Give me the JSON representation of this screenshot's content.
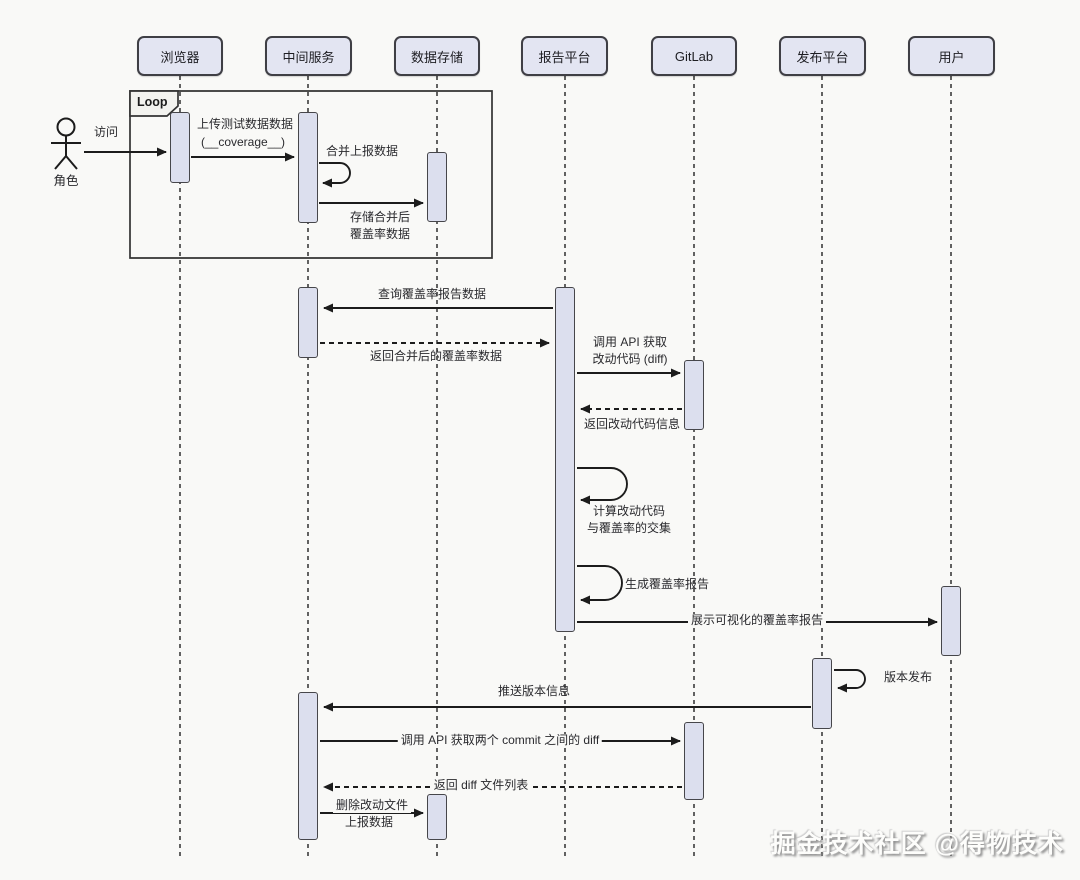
{
  "diagram": {
    "loop_label": "Loop",
    "actor": {
      "label": "角色"
    },
    "participants": [
      {
        "id": "browser",
        "label": "浏览器"
      },
      {
        "id": "middle-service",
        "label": "中间服务"
      },
      {
        "id": "data-storage",
        "label": "数据存储"
      },
      {
        "id": "report-platform",
        "label": "报告平台"
      },
      {
        "id": "gitlab",
        "label": "GitLab"
      },
      {
        "id": "release-platform",
        "label": "发布平台"
      },
      {
        "id": "user",
        "label": "用户"
      }
    ],
    "messages": {
      "visit": "访问",
      "upload_line1": "上传测试数据数据",
      "upload_line2": "(__coverage__)",
      "merge_report": "合并上报数据",
      "store_line1": "存储合并后",
      "store_line2": "覆盖率数据",
      "query_coverage": "查询覆盖率报告数据",
      "return_merged": "返回合并后的覆盖率数据",
      "call_api_line1": "调用 API 获取",
      "call_api_line2": "改动代码 (diff)",
      "return_change_info": "返回改动代码信息",
      "calc_line1": "计算改动代码",
      "calc_line2": "与覆盖率的交集",
      "generate_report": "生成覆盖率报告",
      "show_report": "展示可视化的覆盖率报告",
      "version_release": "版本发布",
      "push_version": "推送版本信息",
      "commit_diff": "调用 API 获取两个 commit 之间的 diff",
      "diff_file_list": "返回 diff 文件列表",
      "delete_line1": "删除改动文件",
      "delete_line2": "上报数据"
    }
  },
  "watermark": "掘金技术社区 @得物技术",
  "colors": {
    "background": "#f9f9f7",
    "node_fill": "#e3e5f2",
    "activation_fill": "#dcdfee",
    "line": "#1c1c1c",
    "border": "#3f3f45"
  }
}
